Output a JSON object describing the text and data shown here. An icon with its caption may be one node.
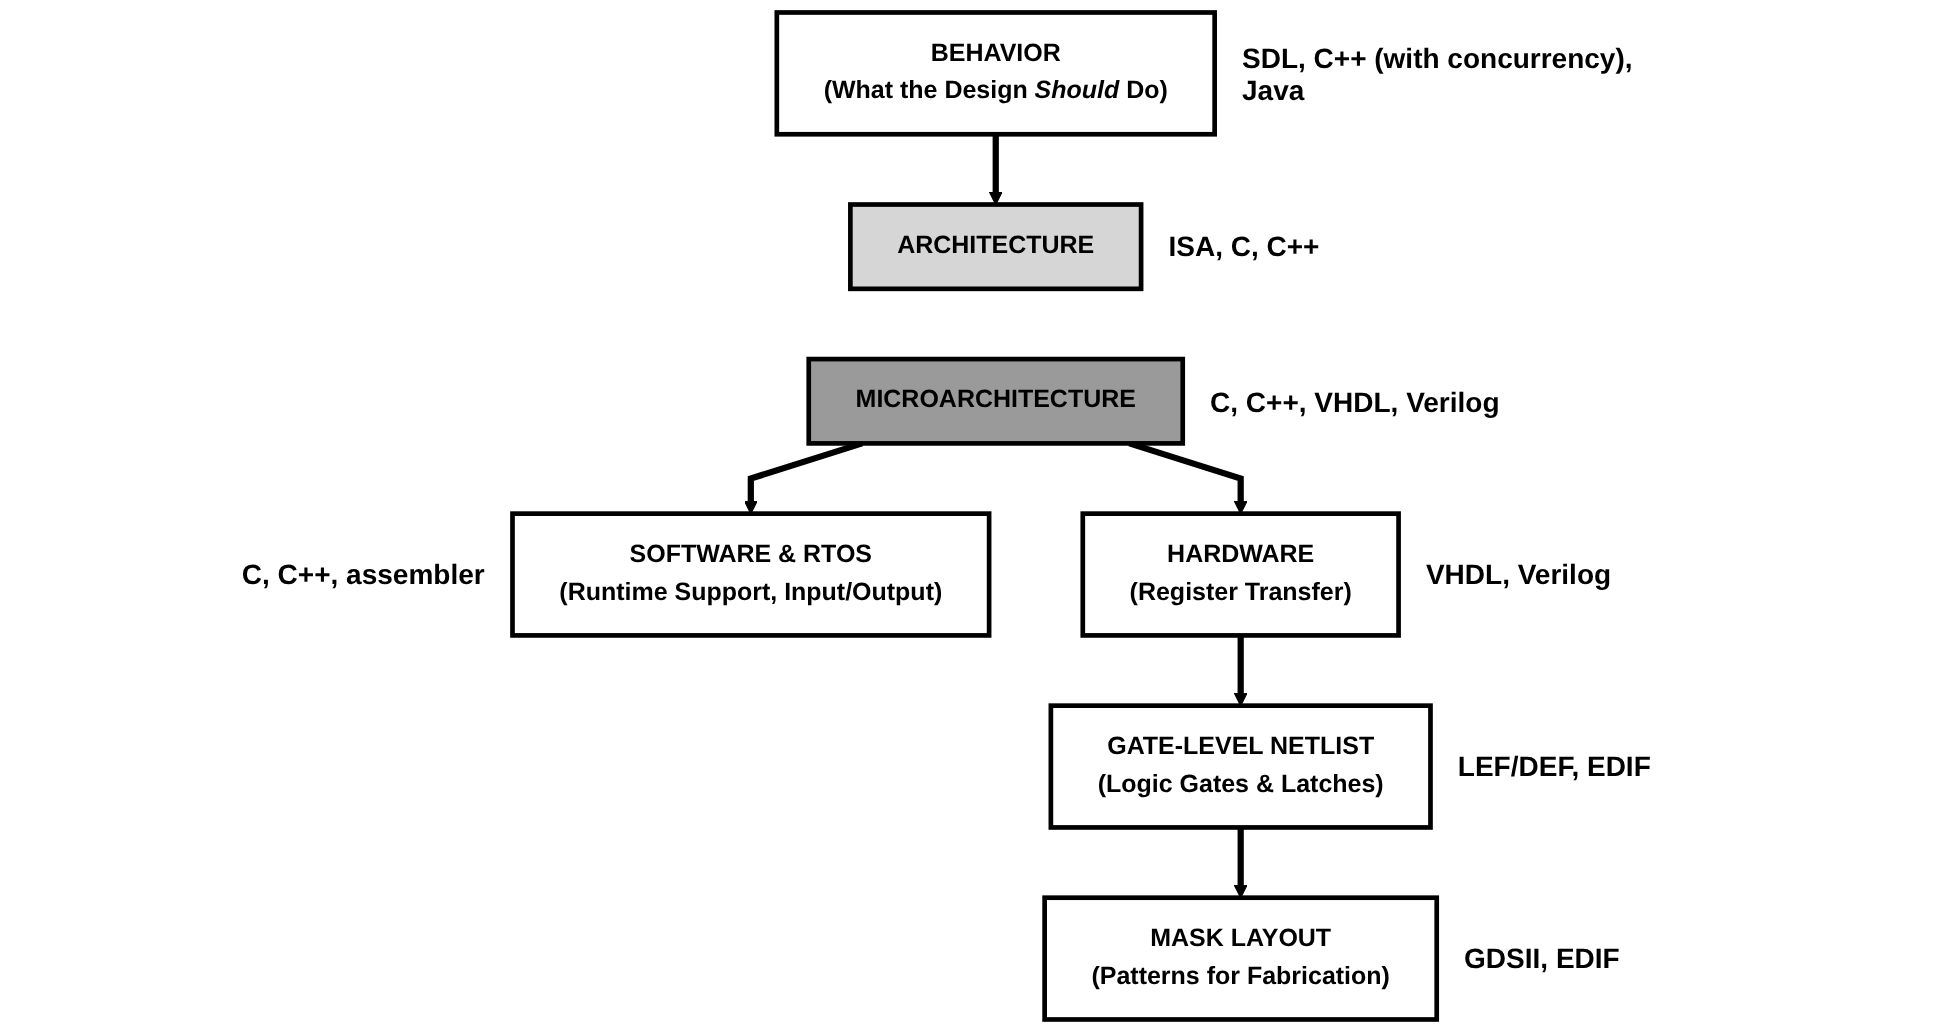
{
  "diagram": {
    "nodes": [
      {
        "text": [
          "BEHAVIOR",
          "(What the Design *Should* Do)"
        ],
        "beside": [
          "SDL, C++ (with concurrency), Java"
        ]
      },
      {
        "text": [
          "ARCHITECTURE"
        ],
        "beside": [
          "ISA, C, C++"
        ]
      },
      {
        "text": [
          "MICROARCHITECTURE"
        ],
        "beside": [
          "C, C++, VHDL, Verilog"
        ]
      },
      {
        "text": [
          "SOFTWARE & RTOS",
          "(Runtime Support, Input/Output)"
        ],
        "beside": [
          "C, C++, assembler"
        ]
      },
      {
        "text": [
          "HARDWARE",
          "(Register Transfer)"
        ],
        "beside": [
          "VHDL, Verilog"
        ]
      },
      {
        "text": [
          "GATE-LEVEL NETLIST",
          "(Logic Gates & Latches)"
        ],
        "beside": [
          "LEF/DEF, EDIF"
        ]
      },
      {
        "text": [
          "MASK LAYOUT",
          "(Patterns for Fabrication)"
        ],
        "beside": [
          "GDSII, EDIF"
        ]
      }
    ],
    "edges": [
      {
        "from": 0,
        "to": 1,
        "arrow": "to"
      },
      {
        "from": 2,
        "to": 3,
        "arrow": "to"
      },
      {
        "from": 2,
        "to": 4,
        "arrow": "to"
      },
      {
        "from": 4,
        "to": 5,
        "arrow": "to"
      },
      {
        "from": 5,
        "to": 6,
        "arrow": "to"
      }
    ]
  }
}
